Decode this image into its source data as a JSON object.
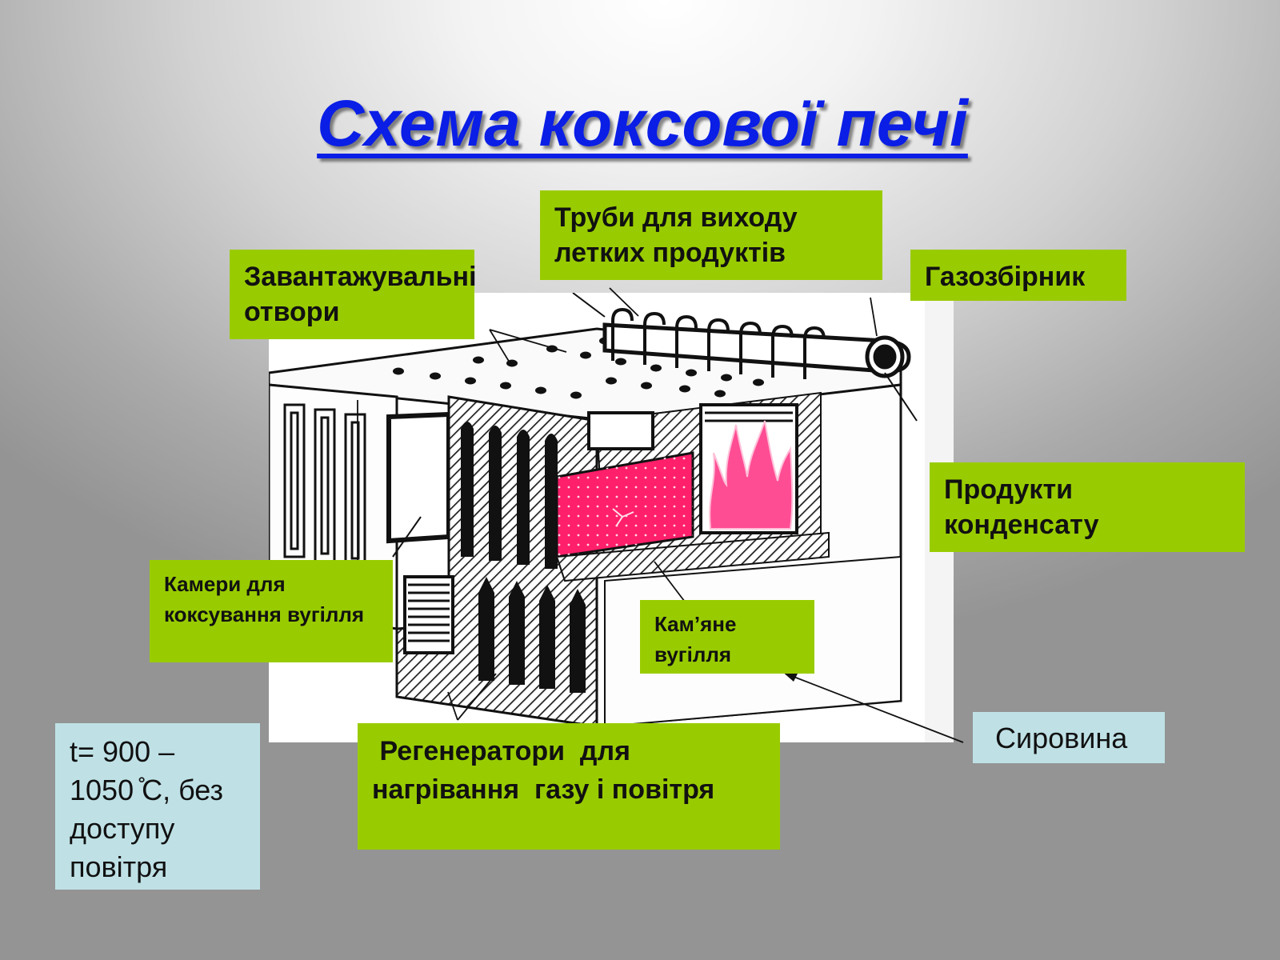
{
  "title": "Схема коксової печі",
  "labels": {
    "pipes": "Труби для виходу летких продуктів",
    "loading_holes": "Завантажувальні отвори",
    "gas_collector": "Газозбірник",
    "condensate": "Продукти конденсату",
    "coking_chambers": "Камери для коксування вугілля",
    "coal": "Кам’яне вугілля",
    "regenerators": " Регенератори  для нагрівання  газу і повітря",
    "raw_material": "Сировина",
    "temperature": "t= 900 – 1050 ̊С, без доступу повітря"
  },
  "colors": {
    "title": "#0a1ee6",
    "label_bg": "#99cc00",
    "info_bg": "#bfe1e6",
    "coke_charge": "#ff1f6a",
    "flame": "#ff4d94"
  }
}
